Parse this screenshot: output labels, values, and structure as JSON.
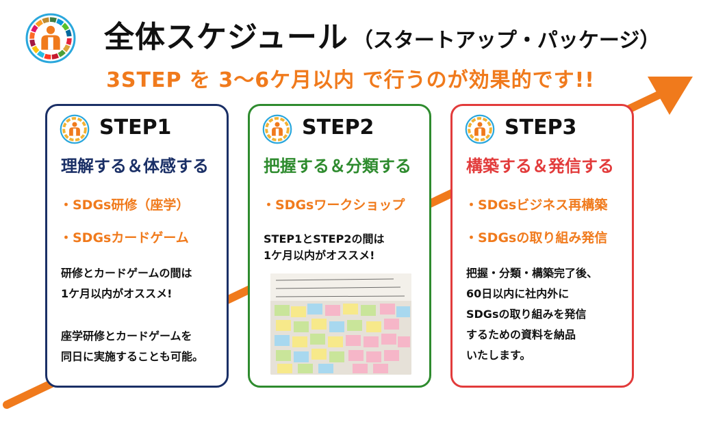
{
  "header": {
    "title_main": "全体スケジュール",
    "title_sub": "（スタートアップ・パッケージ）",
    "subtitle": "3STEP を 3〜6ケ月以内 で行うのが効果的です!!"
  },
  "logo_icon": "sdgs-person-logo-icon",
  "colors": {
    "accent_orange": "#f07a1c",
    "step1_navy": "#1a2f66",
    "step2_green": "#2e8b2e",
    "step3_red": "#e23b3b"
  },
  "steps": [
    {
      "label": "STEP1",
      "title": "理解する＆体感する",
      "items": [
        "・SDGs研修（座学）",
        "・SDGsカードゲーム"
      ],
      "note_a": "研修とカードゲームの間は\n1ケ月以内がオススメ!",
      "note_b": "座学研修とカードゲームを\n同日に実施することも可能。"
    },
    {
      "label": "STEP2",
      "title": "把握する＆分類する",
      "items": [
        "・SDGsワークショップ"
      ],
      "note_a": "STEP1とSTEP2の間は\n1ケ月以内がオススメ!"
    },
    {
      "label": "STEP3",
      "title": "構築する＆発信する",
      "items": [
        "・SDGsビジネス再構築",
        "・SDGsの取り組み発信"
      ],
      "note_a": "把握・分類・構築完了後、\n60日以内に社内外に\nSDGsの取り組みを発信\nするための資料を納品\nいたします。"
    }
  ]
}
